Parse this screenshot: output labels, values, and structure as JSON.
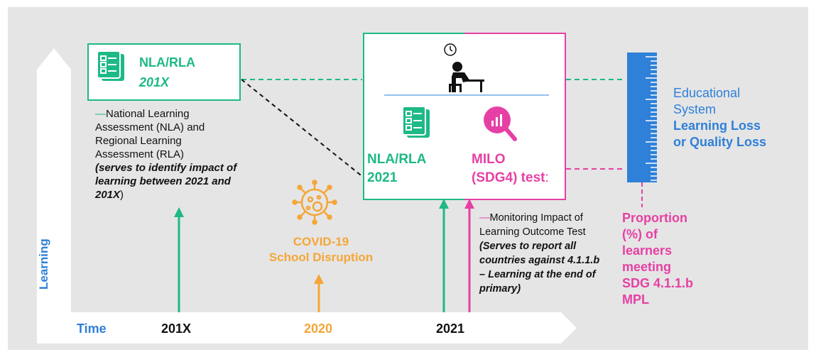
{
  "axis": {
    "y_label": "Learning",
    "x_label": "Time",
    "ticks": [
      {
        "label": "201X",
        "color": "#111111"
      },
      {
        "label": "2020",
        "color": "#f5a637"
      },
      {
        "label": "2021",
        "color": "#111111"
      }
    ]
  },
  "nla_201x": {
    "title": "NLA/RLA",
    "year": "201X",
    "dash": "—",
    "desc": "National Learning Assessment (NLA) and Regional Learning Assessment (RLA)",
    "note": "(serves to identify impact of learning between 2021 and 201X",
    "note_close": ")"
  },
  "covid": {
    "line1": "COVID-19",
    "line2": "School Disruption"
  },
  "assessment_box": {
    "nla_label_1": "NLA/RLA",
    "nla_label_2": "2021",
    "milo_label_1": "MILO",
    "milo_label_2": "(SDG4) test",
    "milo_colon": ":"
  },
  "milo_desc": {
    "dash": "—",
    "text": "Monitoring Impact of Learning Outcome Test",
    "note": "(Serves to report all countries against 4.1.1.b – Learning at the end of primary)"
  },
  "educational_system": {
    "line1": "Educational",
    "line2": "System",
    "line3": "Learning Loss",
    "line4": "or Quality Loss"
  },
  "proportion": {
    "line1": "Proportion",
    "line2": "(%) of",
    "line3": "learners",
    "line4": "meeting",
    "line5": "SDG 4.1.1.b",
    "line6": "MPL"
  },
  "colors": {
    "green": "#1db987",
    "pink": "#e640a4",
    "blue": "#2f80d8",
    "orange": "#f5a637",
    "background": "#e5e5e5"
  },
  "icons": [
    "checklist-icon",
    "covid-virus-icon",
    "student-at-desk-icon",
    "clock-icon",
    "magnifier-chart-icon",
    "ruler-icon"
  ]
}
